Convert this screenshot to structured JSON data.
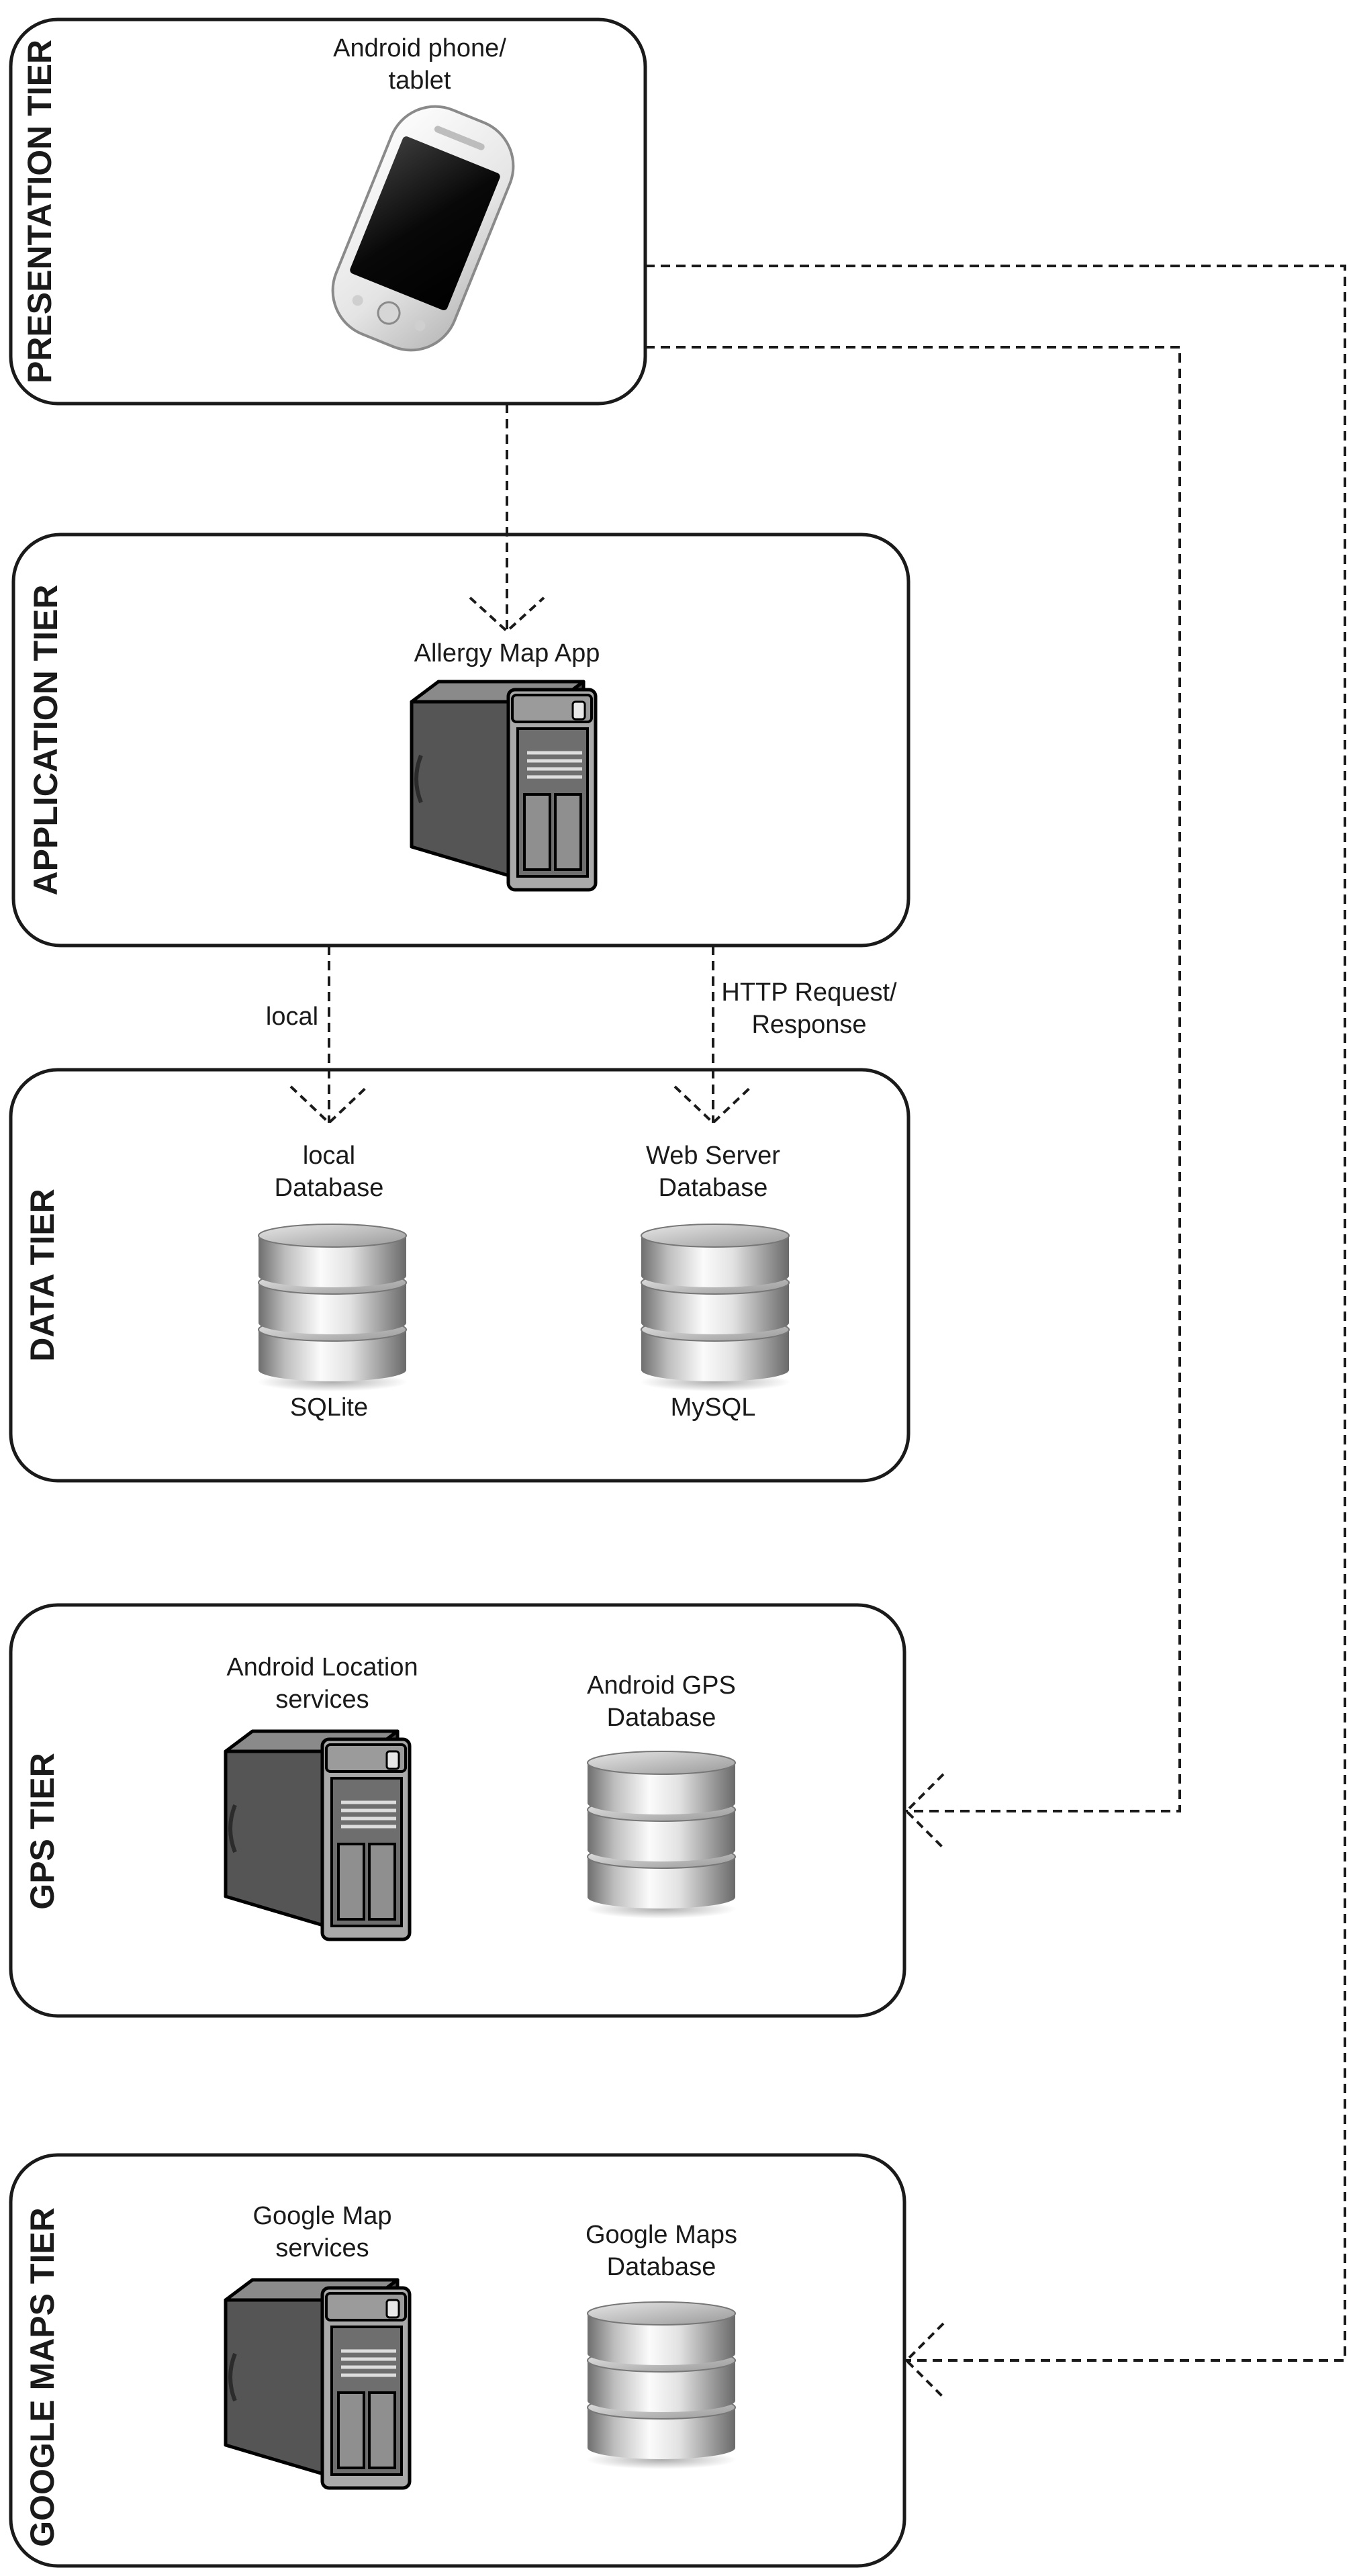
{
  "diagram": {
    "tiers": {
      "presentation": {
        "title": "PRESENTATION TIER",
        "device_label": [
          "Android phone/",
          "tablet"
        ],
        "icon": "smartphone-icon"
      },
      "application": {
        "title": "APPLICATION TIER",
        "server_label": "Allergy Map App",
        "icon": "server-tower-icon"
      },
      "data": {
        "title": "DATA TIER",
        "local_db": {
          "label": [
            "local",
            "Database"
          ],
          "engine": "SQLite",
          "icon": "database-icon"
        },
        "web_db": {
          "label": [
            "Web Server",
            "Database"
          ],
          "engine": "MySQL",
          "icon": "database-icon"
        }
      },
      "gps": {
        "title": "GPS TIER",
        "service_label": [
          "Android Location",
          "services"
        ],
        "db_label": [
          "Android GPS",
          "Database"
        ],
        "icons": [
          "server-tower-icon",
          "database-icon"
        ]
      },
      "maps": {
        "title": "GOOGLE MAPS TIER",
        "service_label": [
          "Google Map",
          "services"
        ],
        "db_label": [
          "Google Maps",
          "Database"
        ],
        "icons": [
          "server-tower-icon",
          "database-icon"
        ]
      }
    },
    "connections": {
      "local": "local",
      "http": [
        "HTTP Request/",
        "Response"
      ]
    }
  }
}
